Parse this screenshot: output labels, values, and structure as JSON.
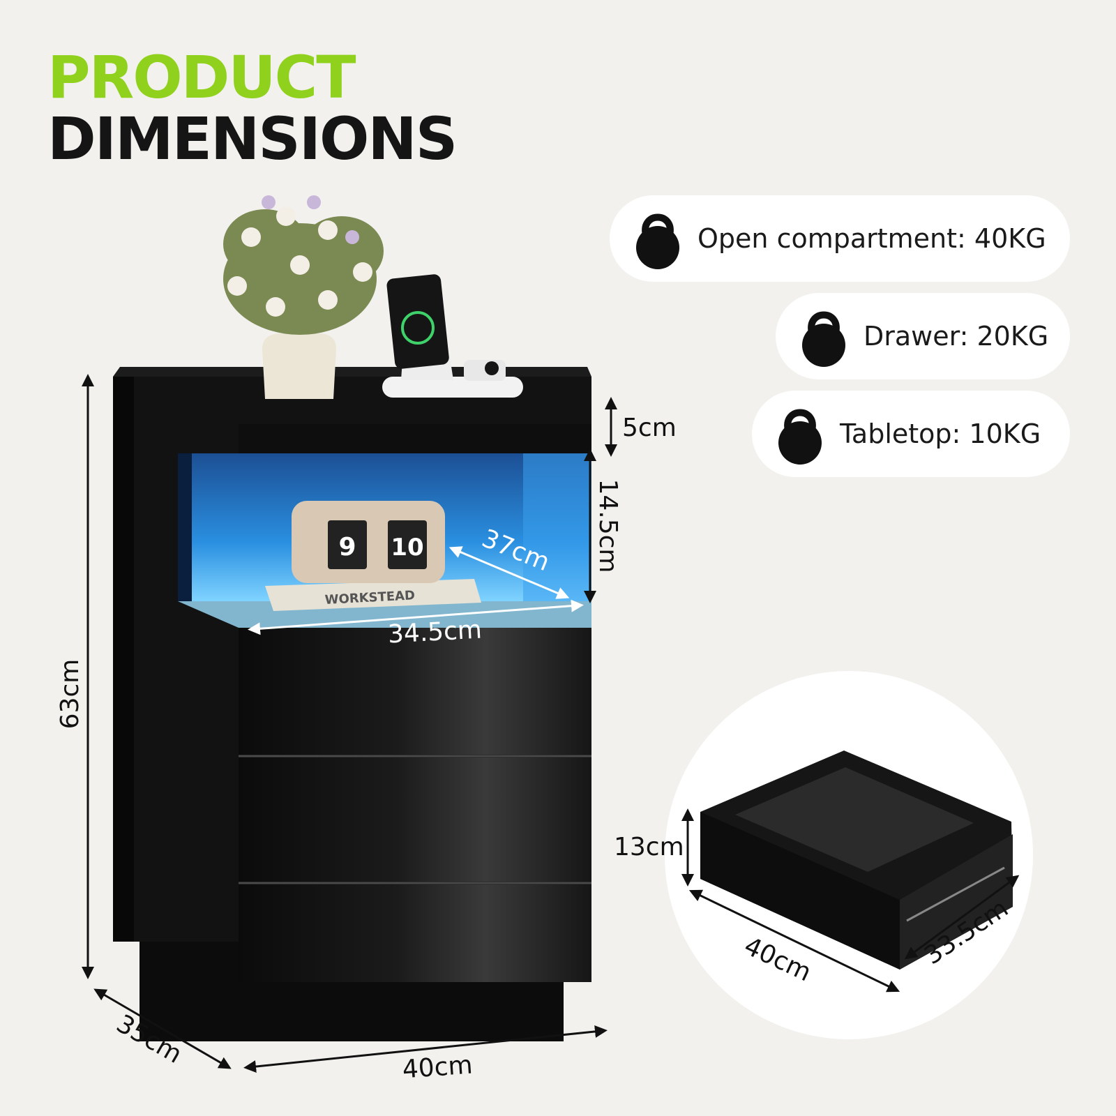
{
  "title": {
    "line1": "PRODUCT",
    "line2": "DIMENSIONS"
  },
  "colors": {
    "accent": "#8fd11c",
    "dark": "#151515",
    "led": "#2a8fe0"
  },
  "load_capacities": [
    {
      "icon": "kettlebell-icon",
      "label": "Open compartment: 40KG"
    },
    {
      "icon": "kettlebell-icon",
      "label": "Drawer: 20KG"
    },
    {
      "icon": "kettlebell-icon",
      "label": "Tabletop: 10KG"
    }
  ],
  "dimensions": {
    "height": "63cm",
    "top_thickness": "5cm",
    "compartment_height": "14.5cm",
    "compartment_depth": "37cm",
    "compartment_width": "34.5cm",
    "depth": "35cm",
    "width": "40cm"
  },
  "drawer": {
    "height": "13cm",
    "width": "40cm",
    "depth": "33.5cm"
  },
  "clock": {
    "hour": "9",
    "minute": "10"
  },
  "book_label": "WORKSTEAD"
}
